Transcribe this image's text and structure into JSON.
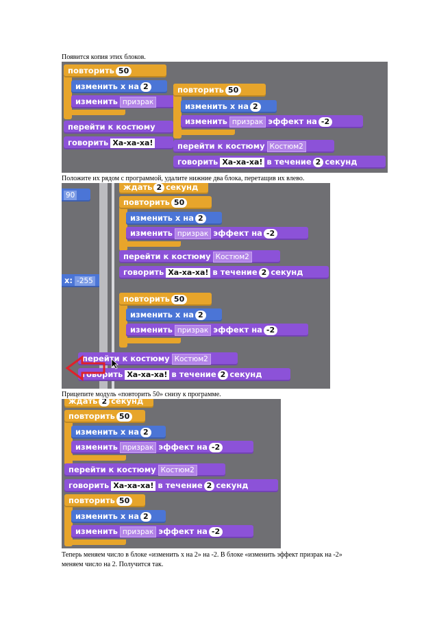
{
  "para1": "Появится копия этих блоков.",
  "para2": "Положите их рядом с программой, удалите нижние два блока, перетащив их влево.",
  "para3": "Прицепите модуль «повторить 50» снизу к программе.",
  "para4_line1": "Теперь меняем число в блоке «изменить x на 2» на -2. В блоке «изменить эффект призрак на -2»",
  "para4_line2": "меняем число на 2. Получится так.",
  "blocks": {
    "repeat": "повторить",
    "repeat_n": "50",
    "change_x": "изменить х на",
    "change_x_n": "2",
    "change": "изменить",
    "ghost": "призрак",
    "effect_by": "эффект на",
    "effect_n": "-2",
    "switch_costume": "перейти к костюму",
    "costume": "Костюм2",
    "say": "говорить",
    "say_text": "Ха-ха-ха!",
    "for_time": "в течение",
    "secs_n": "2",
    "secs": "секунд",
    "wait": "ждать",
    "wait_n": "2",
    "wait_secs": "секунд",
    "dir_value": "90",
    "x_value": "-255",
    "x_label": "x:"
  }
}
